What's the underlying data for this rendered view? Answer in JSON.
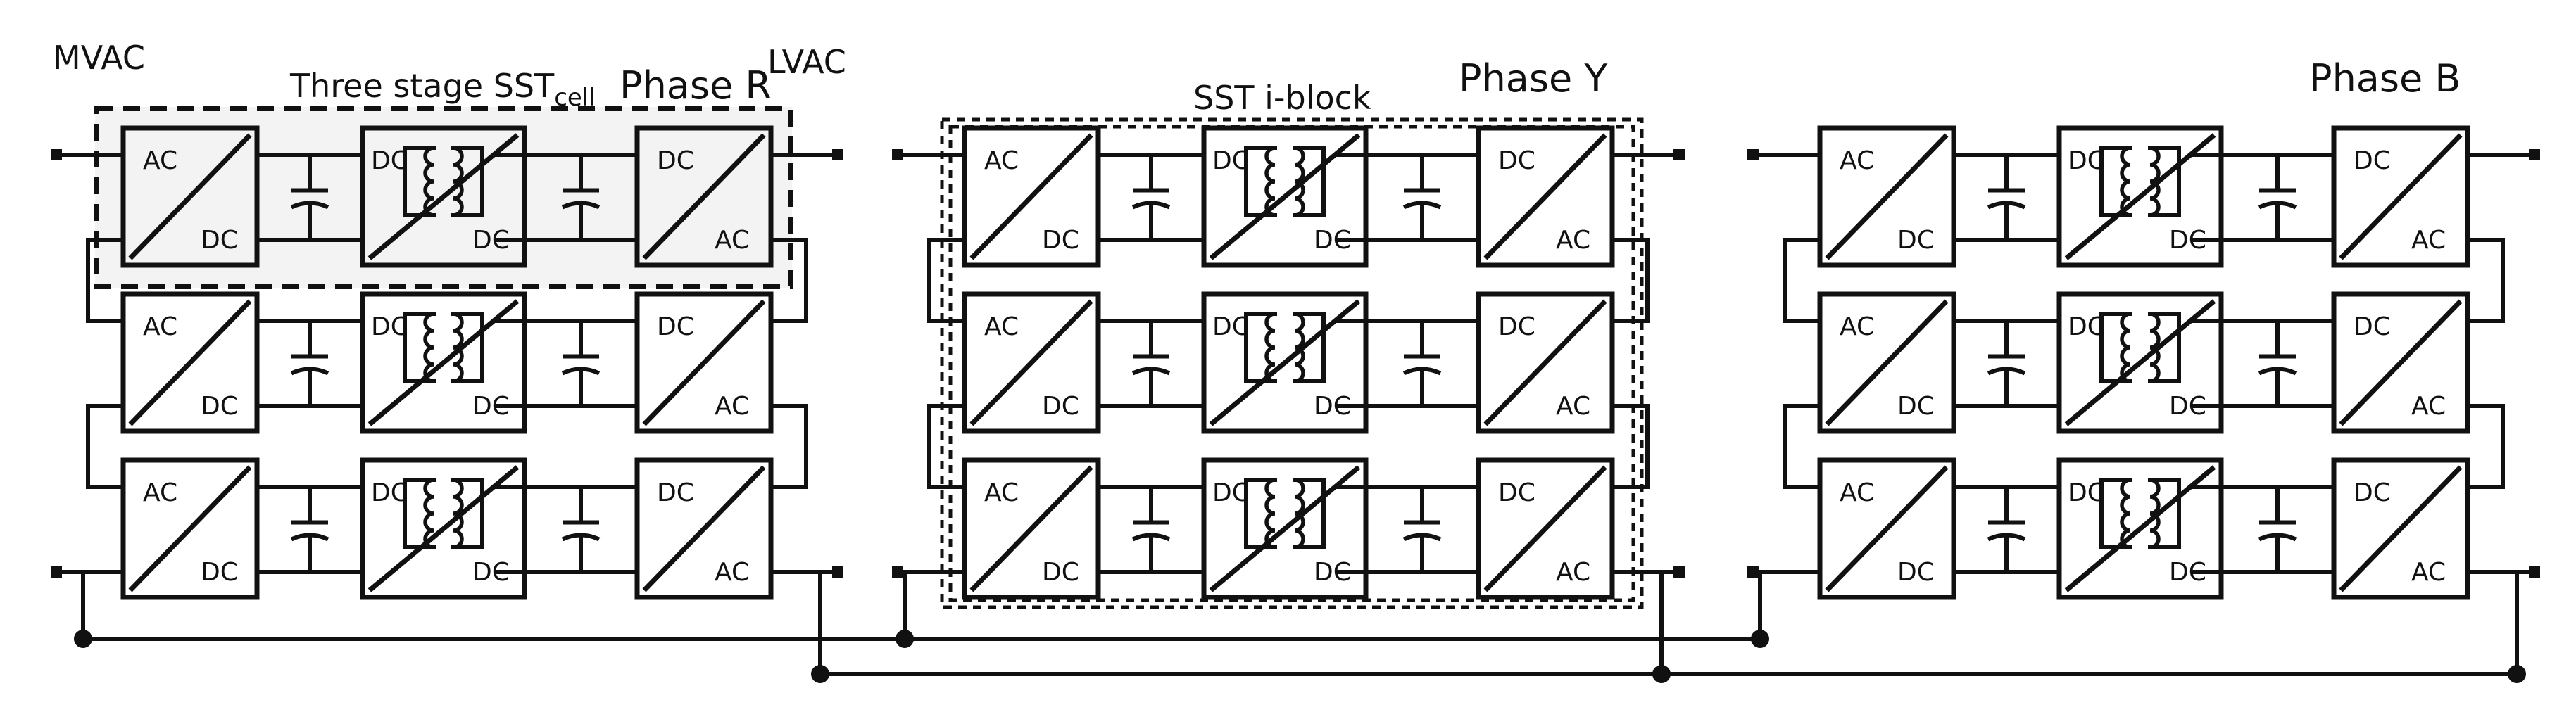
{
  "labels": {
    "mvac": "MVAC",
    "lvac": "LVAC",
    "cell_caption": "Three stage SST",
    "cell_subscript": "cell",
    "iblock_caption": "SST i-block"
  },
  "phases": [
    {
      "name": "Phase R"
    },
    {
      "name": "Phase Y"
    },
    {
      "name": "Phase B"
    }
  ],
  "converters": {
    "rectifier": {
      "input": "AC",
      "output": "DC"
    },
    "dab": {
      "input": "DC",
      "output": "DC"
    },
    "inverter": {
      "input": "DC",
      "output": "AC"
    }
  },
  "rows_per_phase": 3,
  "colors": {
    "line": "#111111",
    "highlight_fill": "#f3f3f3",
    "background": "#ffffff"
  }
}
